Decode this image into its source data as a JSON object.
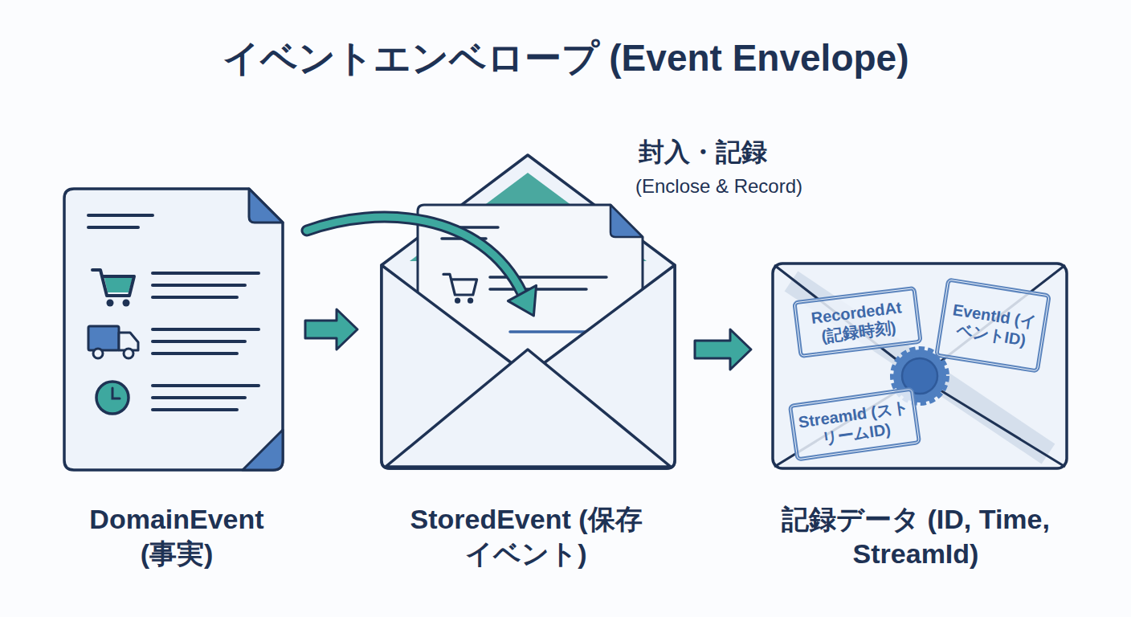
{
  "diagram": {
    "title": "イベントエンベロープ (Event Envelope)",
    "nodes": [
      {
        "text": [
          "DomainEvent (事実)"
        ]
      },
      {
        "text": [
          "StoredEvent (保存イベント)"
        ]
      },
      {
        "text": [
          "記録データ (ID, Time, StreamId)"
        ]
      },
      {
        "text": [
          "RecordedAt (記録時刻)"
        ],
        "in": 2
      },
      {
        "text": [
          "EventId (イベントID)"
        ],
        "in": 2
      },
      {
        "text": [
          "StreamId (ストリームID)"
        ],
        "in": 2
      }
    ],
    "edges": [
      {
        "from": 0,
        "to": 1,
        "arrow": "to"
      },
      {
        "from": 1,
        "to": 2,
        "arrow": "to"
      }
    ],
    "labels": [
      "封入・記録",
      "(Enclose & Record)"
    ]
  }
}
